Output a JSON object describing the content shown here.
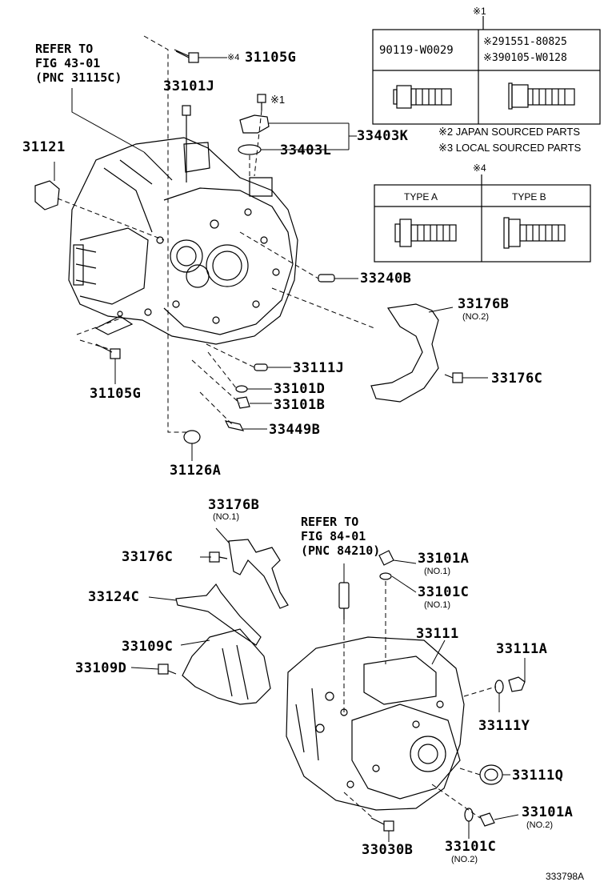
{
  "top_refer": {
    "line1": "REFER TO",
    "line2": "FIG 43-01",
    "line3": "(PNC 31115C)"
  },
  "mid_refer": {
    "line1": "REFER TO",
    "line2": "FIG 84-01",
    "line3": "(PNC 84210)"
  },
  "table1": {
    "header_mark": "※1",
    "col1": "90119-W0029",
    "col2a": "※291551-80825",
    "col2b": "※390105-W0128"
  },
  "notes": {
    "n2": "※2 JAPAN SOURCED PARTS",
    "n3": "※3 LOCAL SOURCED PARTS"
  },
  "table2": {
    "header_mark": "※4",
    "type_a": "TYPE A",
    "type_b": "TYPE B"
  },
  "labels": {
    "p31105G_top": "31105G",
    "mark4": "※4",
    "p33101J": "33101J",
    "mark1": "※1",
    "p31121": "31121",
    "p33403K": "33403K",
    "p33403L": "33403L",
    "p33240B": "33240B",
    "p33176B_top": "33176B",
    "p33176B_top_sub": "(NO.2)",
    "p33176C_top": "33176C",
    "p31105G_bot": "31105G",
    "p33111J": "33111J",
    "p33101D": "33101D",
    "p33101B": "33101B",
    "p33449B": "33449B",
    "p31126A": "31126A",
    "p33176B_mid": "33176B",
    "p33176B_mid_sub": "(NO.1)",
    "p33176C_mid": "33176C",
    "p33124C": "33124C",
    "p33109C": "33109C",
    "p33109D": "33109D",
    "p33101A_top": "33101A",
    "p33101A_top_sub": "(NO.1)",
    "p33101C_top": "33101C",
    "p33101C_top_sub": "(NO.1)",
    "p33111": "33111",
    "p33111A": "33111A",
    "p33111Y": "33111Y",
    "p33111Q": "33111Q",
    "p33101A_bot": "33101A",
    "p33101A_bot_sub": "(NO.2)",
    "p33101C_bot": "33101C",
    "p33101C_bot_sub": "(NO.2)",
    "p33030B": "33030B"
  },
  "diagram_code": "333798A"
}
